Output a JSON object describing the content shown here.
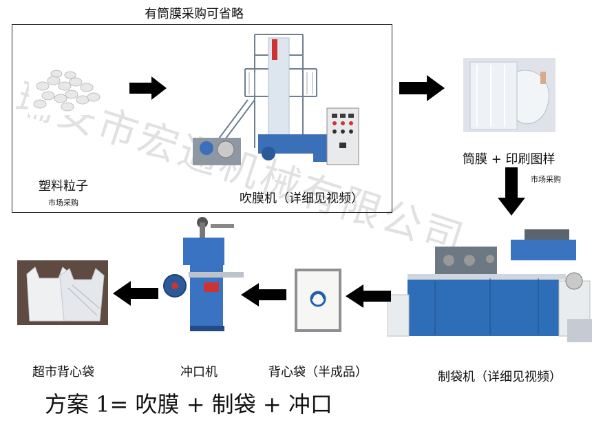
{
  "top_label": "有筒膜采购可省略",
  "watermark": "瑞安市宏通机械有限公司",
  "items": {
    "pellets": {
      "label": "塑料粒子",
      "sub": "市场采购"
    },
    "blown_film_machine": {
      "label": "吹膜机（详细见视频）"
    },
    "tube_film": {
      "label": "筒膜 + 印刷图样",
      "sub": "市场采购"
    },
    "bag_making_machine": {
      "label": "制袋机（详细见视频）"
    },
    "vest_bag_semi": {
      "label": "背心袋（半成品）"
    },
    "punch_machine": {
      "label": "冲口机"
    },
    "supermarket_bag": {
      "label": "超市背心袋"
    }
  },
  "formula": "方案 1=   吹膜 + 制袋 + 冲口",
  "colors": {
    "machine_blue": "#2e6db8",
    "arrow": "#000000",
    "frame": "#222222"
  }
}
